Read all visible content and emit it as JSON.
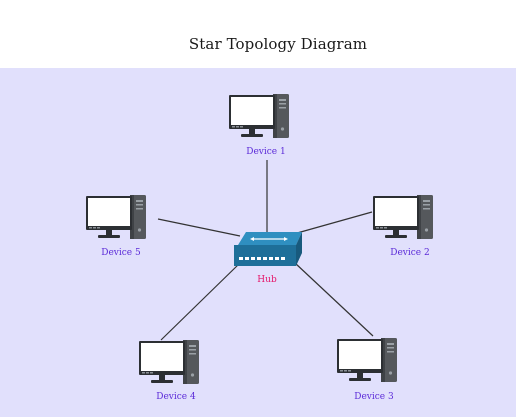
{
  "title": "Star Topology Diagram",
  "hub": {
    "label": "Hub",
    "icon": "network-switch-icon",
    "color": "#1e6f99"
  },
  "devices": [
    {
      "label": "Device 1",
      "icon": "desktop-computer-icon"
    },
    {
      "label": "Device 2",
      "icon": "desktop-computer-icon"
    },
    {
      "label": "Device 3",
      "icon": "desktop-computer-icon"
    },
    {
      "label": "Device 4",
      "icon": "desktop-computer-icon"
    },
    {
      "label": "Device 5",
      "icon": "desktop-computer-icon"
    }
  ],
  "colors": {
    "background": "#e1e0fc",
    "device_label": "#5b2ad8",
    "hub_label": "#e5176a",
    "link": "#333333"
  }
}
